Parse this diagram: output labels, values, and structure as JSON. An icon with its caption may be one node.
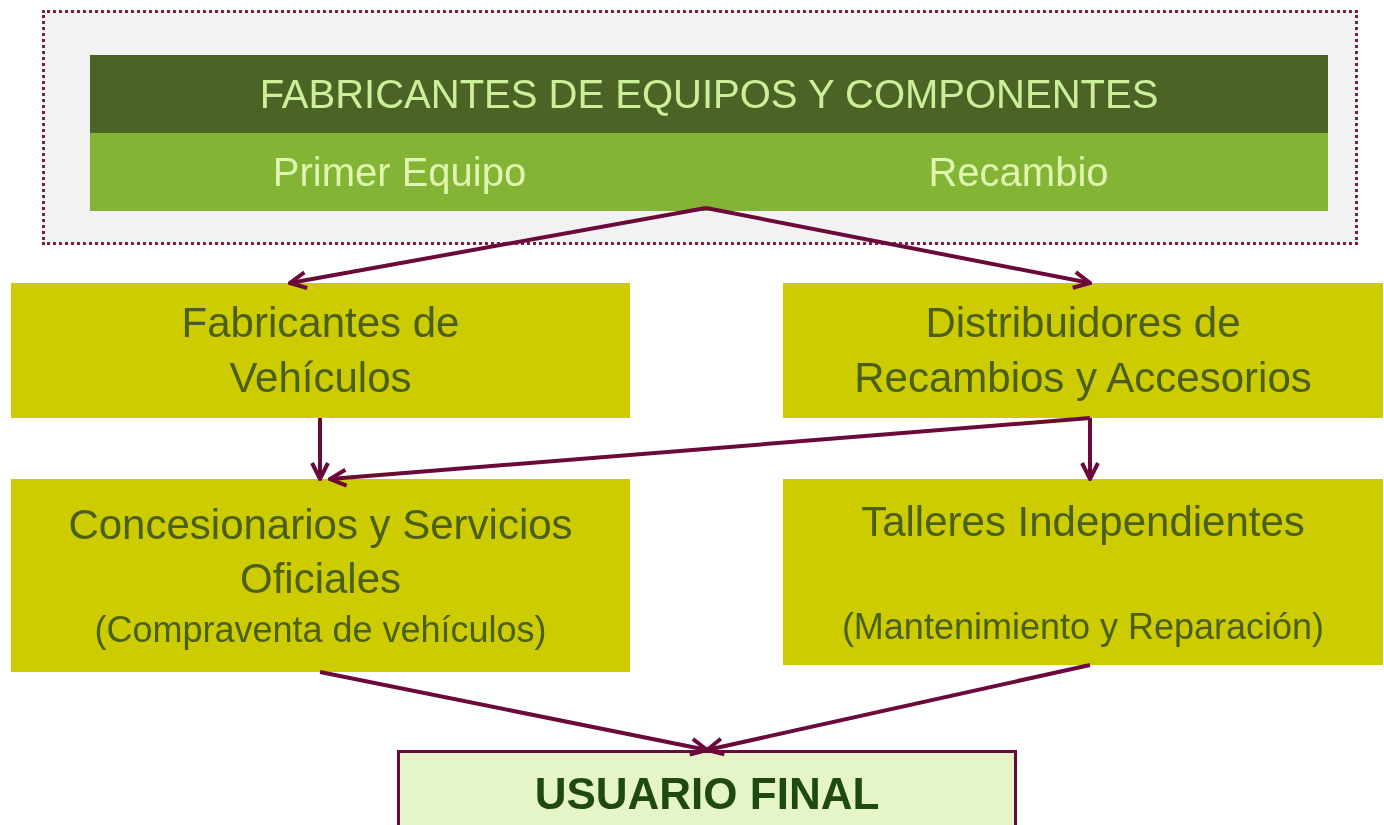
{
  "diagram": {
    "nodes": [
      {
        "text": [],
        "shape": "box"
      },
      {
        "text": [
          "FABRICANTES DE EQUIPOS Y COMPONENTES"
        ],
        "in": 0
      },
      {
        "text": [
          "Primer Equipo",
          "Recambio"
        ],
        "in": 0
      },
      {
        "text": [
          "Fabricantes de Vehículos"
        ]
      },
      {
        "text": [
          "Distribuidores de Recambios y Accesorios"
        ]
      },
      {
        "text": [
          "Concesionarios y Servicios Oficiales",
          "(Compraventa de vehículos)"
        ]
      },
      {
        "text": [
          "Talleres Independientes",
          "(Mantenimiento y Reparación)"
        ]
      },
      {
        "text": [
          "USUARIO FINAL"
        ]
      }
    ],
    "edges": [
      {
        "from": 2,
        "to": 3,
        "arrow": "to"
      },
      {
        "from": 2,
        "to": 4,
        "arrow": "to"
      },
      {
        "from": 3,
        "to": 5,
        "arrow": "to"
      },
      {
        "from": 4,
        "to": 5,
        "arrow": "to"
      },
      {
        "from": 4,
        "to": 6,
        "arrow": "to"
      },
      {
        "from": 5,
        "to": 7,
        "arrow": "to"
      },
      {
        "from": 6,
        "to": 7,
        "arrow": "to"
      }
    ]
  }
}
